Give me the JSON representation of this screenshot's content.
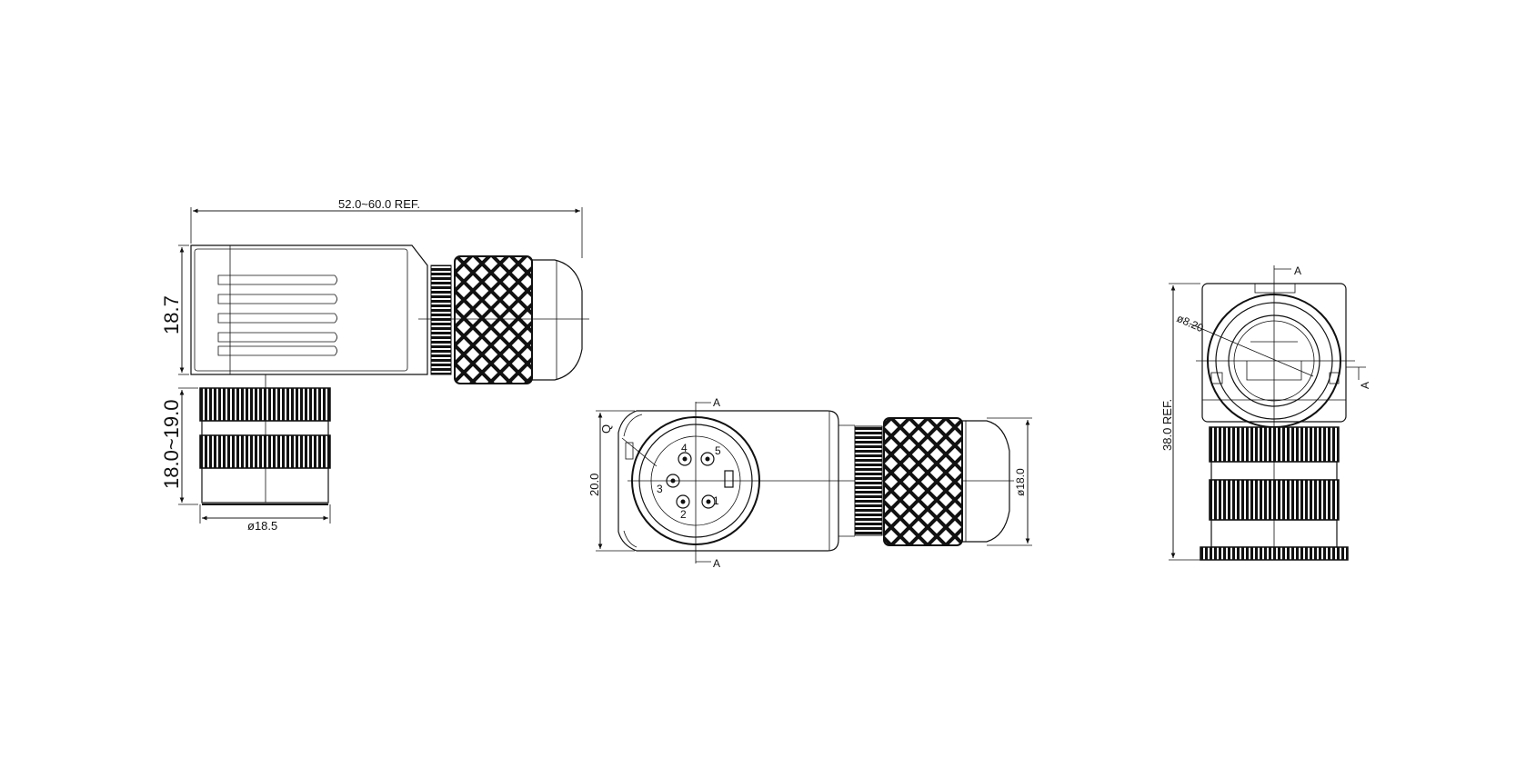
{
  "dimensions": {
    "overall_length": "52.0~60.0 REF.",
    "body_height": "18.7",
    "nut_length": "18.0~19.0",
    "nut_diameter": "ø18.5",
    "face_width": "20.0",
    "coupling_diameter": "ø18.0",
    "total_height": "38.0 REF.",
    "bore_diameter": "ø8.20"
  },
  "labels": {
    "section_mark": "A",
    "key_mark": "Q"
  },
  "pins": [
    "1",
    "2",
    "3",
    "4",
    "5"
  ],
  "colors": {
    "line": "#111111",
    "background": "#ffffff"
  }
}
